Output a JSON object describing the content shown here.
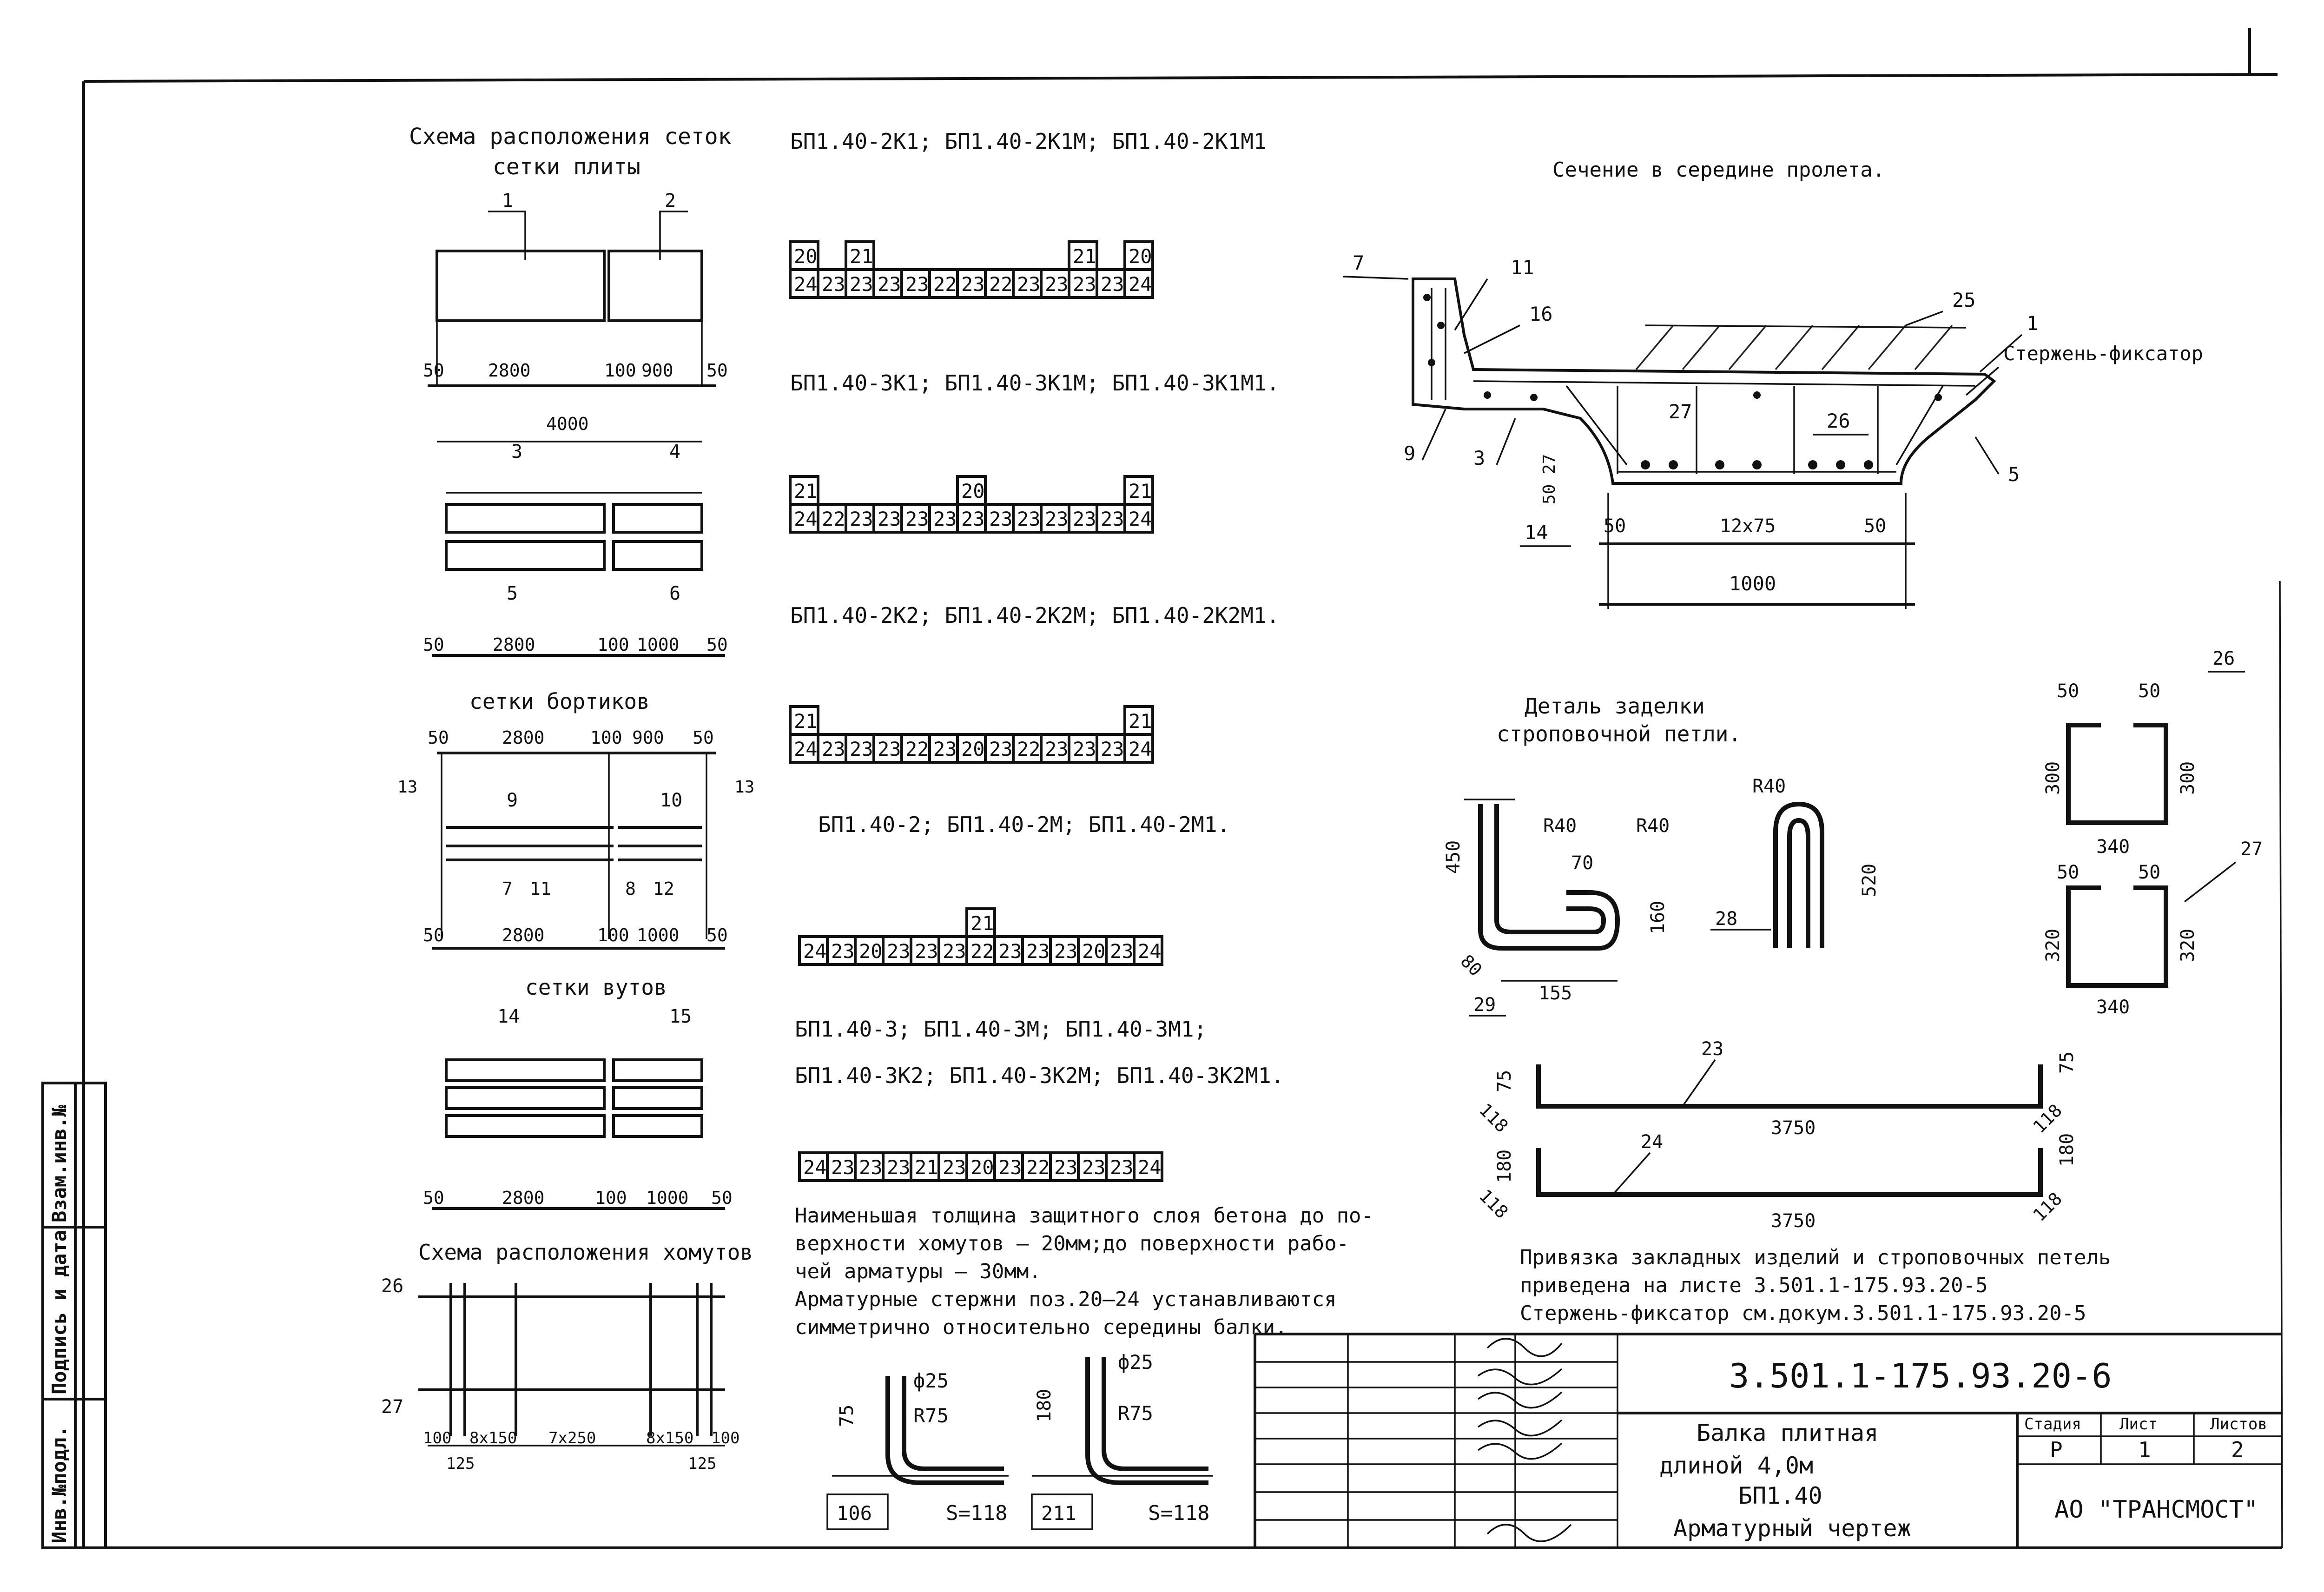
{
  "left_margin_stamp": [
    "Инв.№подл.",
    "Подпись и дата",
    "Взам.инв.№"
  ],
  "left_panel": {
    "title_top": "Схема расположения сеток",
    "title_top_2": "сетки плиты",
    "nets_plate": {
      "marks": [
        "1",
        "2"
      ],
      "dims": [
        "50",
        "2800",
        "100",
        "900",
        "50"
      ],
      "total": "4000"
    },
    "nets_plate_b": {
      "marks": [
        "3",
        "4",
        "5",
        "6"
      ],
      "dims": [
        "50",
        "2800",
        "100",
        "1000",
        "50"
      ]
    },
    "title_bortiki": "сетки бортиков",
    "bortiki": {
      "dims_top": [
        "50",
        "2800",
        "100",
        "900",
        "50"
      ],
      "marks": [
        "9",
        "10",
        "7",
        "11",
        "8",
        "12",
        "13",
        "13"
      ],
      "dims_bottom": [
        "50",
        "2800",
        "100",
        "1000",
        "50"
      ]
    },
    "title_vuty": "сетки вутов",
    "vuty": {
      "marks": [
        "14",
        "15"
      ],
      "dims": [
        "50",
        "2800",
        "100",
        "1000",
        "50"
      ]
    },
    "title_khomuty": "Схема расположения хомутов",
    "khomuty": {
      "marks": [
        "26",
        "27"
      ],
      "dims": [
        "100",
        "8x150",
        "7x250",
        "8x150",
        "100"
      ],
      "edge": [
        "125",
        "125"
      ]
    }
  },
  "bar_layouts": [
    {
      "title": "БП1.40-2К1; БП1.40-2К1М; БП1.40-2К1М1",
      "row": [
        "24",
        "23",
        "23",
        "23",
        "23",
        "22",
        "23",
        "22",
        "23",
        "23",
        "23",
        "23",
        "24"
      ],
      "top": [
        {
          "i": 0,
          "v": "20"
        },
        {
          "i": 2,
          "v": "21"
        },
        {
          "i": 10,
          "v": "21"
        },
        {
          "i": 12,
          "v": "20"
        }
      ]
    },
    {
      "title": "БП1.40-3К1; БП1.40-3К1М; БП1.40-3К1М1.",
      "row": [
        "24",
        "22",
        "23",
        "23",
        "23",
        "23",
        "23",
        "23",
        "23",
        "23",
        "23",
        "23",
        "24"
      ],
      "top": [
        {
          "i": 0,
          "v": "21"
        },
        {
          "i": 6,
          "v": "20"
        },
        {
          "i": 12,
          "v": "21"
        }
      ]
    },
    {
      "title": "БП1.40-2К2; БП1.40-2К2М; БП1.40-2К2М1.",
      "row": [
        "24",
        "23",
        "23",
        "23",
        "22",
        "23",
        "20",
        "23",
        "22",
        "23",
        "23",
        "23",
        "24"
      ],
      "top": [
        {
          "i": 0,
          "v": "21"
        },
        {
          "i": 12,
          "v": "21"
        }
      ]
    },
    {
      "title": "БП1.40-2; БП1.40-2М; БП1.40-2М1.",
      "row": [
        "24",
        "23",
        "20",
        "23",
        "23",
        "23",
        "22",
        "23",
        "23",
        "23",
        "20",
        "23",
        "24"
      ],
      "top": [
        {
          "i": 6,
          "v": "21"
        }
      ]
    },
    {
      "title": "БП1.40-3; БП1.40-3М; БП1.40-3М1;",
      "title2": "БП1.40-3К2; БП1.40-3К2М; БП1.40-3К2М1.",
      "row": [
        "24",
        "23",
        "23",
        "23",
        "21",
        "23",
        "20",
        "23",
        "22",
        "23",
        "23",
        "23",
        "24"
      ],
      "top": []
    }
  ],
  "notes_left": [
    "Наименьшая толщина защитного слоя бетона до по-",
    "верхности хомутов – 20мм;до поверхности рабо-",
    "чей арматуры – 30мм.",
    "Арматурные стержни поз.20–24 устанавливаются",
    "симметрично относительно середины балки."
  ],
  "hooks": [
    {
      "d": "ф25",
      "r": "R75",
      "h": "75",
      "base": "106",
      "s": "S=118"
    },
    {
      "d": "ф25",
      "r": "R75",
      "h": "180",
      "base": "211",
      "s": "S=118"
    }
  ],
  "section": {
    "title": "Сечение в середине пролета.",
    "marks": [
      "7",
      "11",
      "16",
      "25",
      "1",
      "9",
      "3",
      "27",
      "26",
      "5",
      "14"
    ],
    "fixer": "Стержень-фиксатор",
    "dims_left": [
      "50",
      "27"
    ],
    "dims_bottom": [
      "50",
      "12x75",
      "50"
    ],
    "total": "1000"
  },
  "loop_detail": {
    "title": "Деталь заделки",
    "title2": "строповочной петли.",
    "dims": [
      "450",
      "R40",
      "R40",
      "70",
      "160",
      "80",
      "155",
      "R40",
      "520"
    ],
    "marks": [
      "29",
      "28"
    ]
  },
  "stirrups": [
    {
      "mark": "26",
      "top": [
        "50",
        "50"
      ],
      "side": "300",
      "side2": "300",
      "bottom": "340"
    },
    {
      "mark": "27",
      "top": [
        "50",
        "50"
      ],
      "side": "320",
      "side2": "320",
      "bottom": "340"
    }
  ],
  "bars_bent": [
    {
      "mark": "23",
      "left": "75",
      "left2": "118",
      "right": "75",
      "right2": "118",
      "length": "3750"
    },
    {
      "mark": "24",
      "left": "180",
      "left2": "118",
      "right": "180",
      "right2": "118",
      "length": "3750"
    }
  ],
  "notes_right": [
    "Привязка закладных изделий и строповочных петель",
    "приведена на листе 3.501.1-175.93.20-5",
    "Стержень-фиксатор см.докум.3.501.1-175.93.20-5"
  ],
  "title_block": {
    "code": "3.501.1-175.93.20-6",
    "name1": "Балка плитная",
    "name2": "длиной 4,0м",
    "name3": "БП1.40",
    "name4": "Арматурный чертеж",
    "stage_h": "Стадия",
    "sheet_h": "Лист",
    "sheets_h": "Листов",
    "stage": "Р",
    "sheet": "1",
    "sheets": "2",
    "org": "АО \"ТРАНСМОСТ\""
  }
}
